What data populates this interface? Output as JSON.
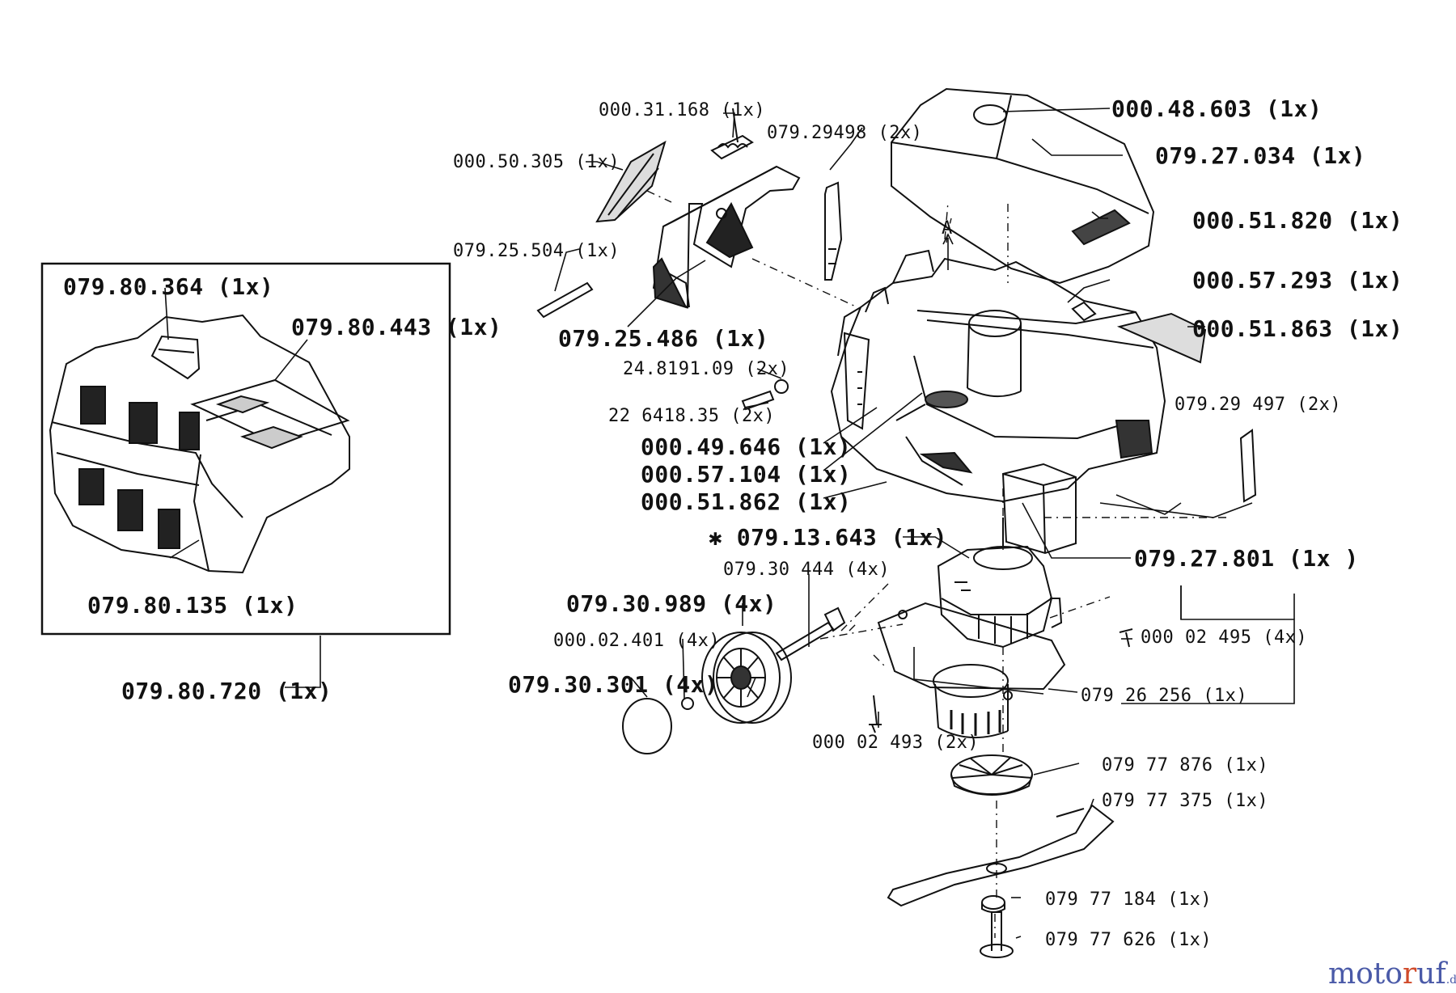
{
  "labels": {
    "p000_31_168": "000.31.168 (1x)",
    "p079_29498": "079.29498 (2x)",
    "p000_48_603": "000.48.603 (1x)",
    "p079_27_034": "079.27.034 (1x)",
    "p000_50_305": "000.50.305 (1x)",
    "p000_51_820": "000.51.820 (1x)",
    "p079_25_504": "079.25.504 (1x)",
    "p000_57_293": "000.57.293 (1x)",
    "p079_80_364": "079.80.364 (1x)",
    "p079_80_443": "079.80.443 (1x)",
    "p079_25_486": "079.25.486 (1x)",
    "p000_51_863": "000.51.863 (1x)",
    "p24_8191_09": "24.8191.09 (2x)",
    "p079_29_497": "079.29 497 (2x)",
    "p226418_35": "22 6418.35 (2x)",
    "p000_49_646": "000.49.646 (1x)",
    "p000_57_104": "000.57.104 (1x)",
    "p000_51_862": "000.51.862 (1x)",
    "p079_13_643": "✱ 079.13.643 (1x)",
    "p079_27_801": "079.27.801 (1x )",
    "p079_80_135": "079.80.135 (1x)",
    "p079_30_444": "079.30 444 (4x)",
    "p079_30_989": "079.30.989 (4x)",
    "p000_02_401": "000.02.401 (4x)",
    "p000_02_495": "000 02 495 (4x)",
    "p079_30_301": "079.30.301 (4x)",
    "p079_80_720": "079.80.720 (1x)",
    "p079_26_256": "079 26 256 (1x)",
    "p000_02_493": "000 02 493 (2x)",
    "p079_77_876": "079 77 876 (1x)",
    "p079_77_375": "079 77 375 (1x)",
    "p079_77_184": "079 77 184 (1x)",
    "p079_77_626": "079 77 626 (1x)",
    "arrow_a": "A"
  },
  "brand": {
    "part1": "moto",
    "part2": "r",
    "part3": "uf",
    "tld": ".de"
  },
  "colors": {
    "ink": "#111111",
    "brand_blue": "#4a5aa8",
    "brand_red": "#d04a2a"
  }
}
